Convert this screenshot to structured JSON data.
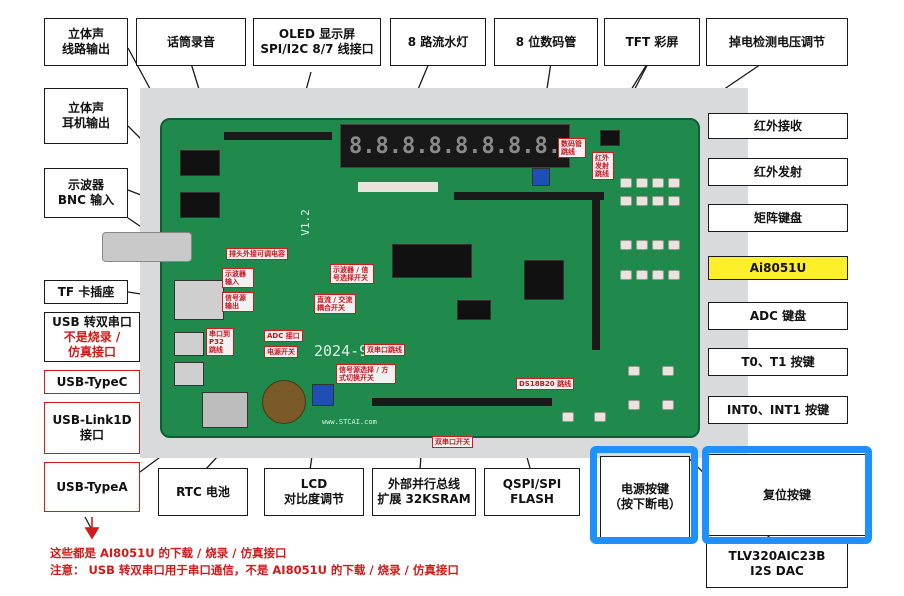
{
  "labels": {
    "stereo_line_out": [
      "立体声",
      "线路输出"
    ],
    "mic": "话筒录音",
    "oled": [
      "OLED 显示屏",
      "SPI/I2C 8/7 线接口"
    ],
    "leds8": "8 路流水灯",
    "seg8": "8 位数码管",
    "tft": "TFT 彩屏",
    "power_detect": "掉电检测电压调节",
    "stereo_earphone": [
      "立体声",
      "耳机输出"
    ],
    "bnc": [
      "示波器",
      "BNC 输入"
    ],
    "tf_socket": "TF 卡插座",
    "usb_serial_pre": "USB 转双串口",
    "usb_serial_red": [
      "不是烧录 /",
      "仿真接口"
    ],
    "usb_typec": "USB-TypeC",
    "usb_link1d": [
      "USB-Link1D",
      "接口"
    ],
    "usb_typea": "USB-TypeA",
    "rtc": "RTC 电池",
    "lcd": [
      "LCD",
      "对比度调节"
    ],
    "ext_bus": [
      "外部并行总线",
      "扩展 32KSRAM"
    ],
    "qspi": [
      "QSPI/SPI",
      "FLASH"
    ],
    "power_btn": [
      "电源按键",
      "（按下断电）"
    ],
    "reset_btn": "复位按键",
    "ir_rx": "红外接收",
    "ir_tx": "红外发射",
    "matrix_keys": "矩阵键盘",
    "ai8051u": "Ai8051U",
    "adc_keys": "ADC 键盘",
    "t0t1": "T0、T1 按键",
    "int0int1": "INT0、INT1 按键",
    "dac": [
      "TLV320AIC23B",
      "I2S DAC"
    ]
  },
  "notes": [
    "这些都是 AI8051U 的下载 / 烧录 / 仿真接口",
    "注意：  USB 转双串口用于串口通信，不是 AI8051U 的下载 / 烧录 / 仿真接口"
  ],
  "board": {
    "seg_display": "8.8.8.8.8.8.8.8.",
    "version": "V1.2",
    "date": "2024-9-20",
    "url": "www.STCAI.com",
    "tags": {
      "ext_power": "排头外接可调电容",
      "scope_input": "示波器输入",
      "signal_out": "信号源输出",
      "adc_in": "ADC 接口",
      "power_switch": "电源开关",
      "wave_select": "示波器 / 信号选择开关",
      "coupling": "直流 / 交流耦合开关",
      "dual_serial": "双串口跳线",
      "serial_p32": "串口到 P32 跳线",
      "seg_cap": "数码管跳线",
      "ir_jumper": "红外发射跳线",
      "bus_select": "信号源选择 / 方式切换开关",
      "ds18b20": "DS18B20 跳线",
      "dual_switch": "双串口开关"
    }
  },
  "colors": {
    "pcb": "#1f8a4c",
    "accent_red": "#d21a1a",
    "highlight_blue": "#1e90ff",
    "label_yellow": "#ffee2a"
  }
}
